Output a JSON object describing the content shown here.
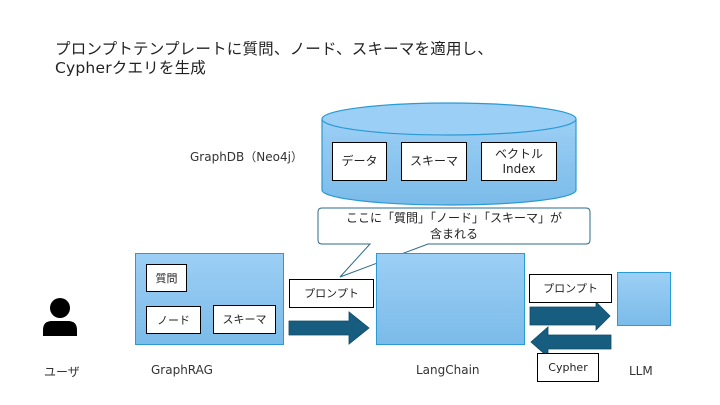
{
  "title": {
    "line1": "プロンプトテンプレートに質問、ノード、スキーマを適用し、",
    "line2": "Cypherクエリを生成"
  },
  "graphdb": {
    "label": "GraphDB（Neo4j）",
    "items": [
      "データ",
      "スキーマ",
      "ベクトル",
      "Index"
    ]
  },
  "callout": {
    "line1": "ここに「質問」「ノード」「スキーマ」が",
    "line2": "含まれる"
  },
  "user": {
    "label": "ユーザ",
    "icon": "person-icon"
  },
  "graphrag": {
    "label": "GraphRAG",
    "items": [
      "質問",
      "ノード",
      "スキーマ"
    ]
  },
  "langchain": {
    "label": "LangChain"
  },
  "llm": {
    "label": "LLM"
  },
  "flows": {
    "prompt_to_langchain": "プロンプト",
    "prompt_to_llm": "プロンプト",
    "cypher_from_llm": "Cypher"
  },
  "colors": {
    "box_fill_top": "#9ccff5",
    "box_fill_bottom": "#7bbbe9",
    "box_border": "#2a9ad3",
    "arrow": "#175d80",
    "callout_border": "#2e6a8a"
  }
}
